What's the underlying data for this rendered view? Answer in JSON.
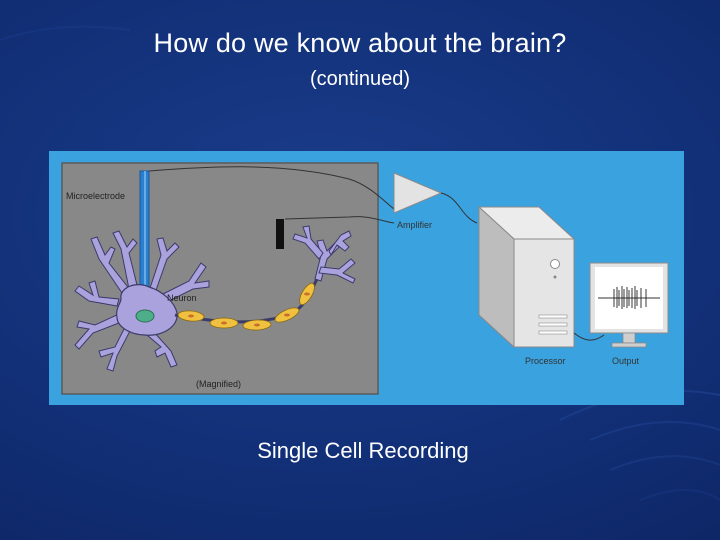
{
  "slide": {
    "title": "How do we know about the brain?",
    "subtitle": "(continued)",
    "caption": "Single Cell Recording"
  },
  "diagram": {
    "labels": {
      "microelectrode": "Microelectrode",
      "neuron": "Neuron",
      "magnified": "(Magnified)",
      "amplifier": "Amplifier",
      "processor": "Processor",
      "output": "Output"
    },
    "colors": {
      "background_blue": "#3aa2de",
      "panel_gray": "#888888",
      "electrode": "#2a7fd0",
      "neuron_body": "#a9a2dd",
      "nucleus": "#4fae8a",
      "myelin": "#f0c040",
      "equipment": "#e3e3e3"
    }
  }
}
